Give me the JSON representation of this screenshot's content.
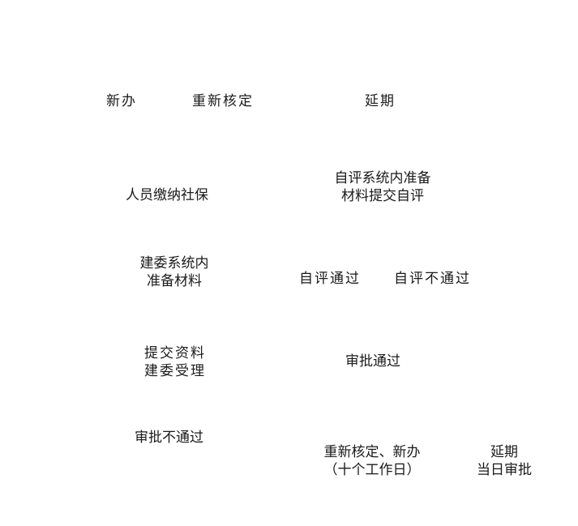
{
  "row1": {
    "new": "新办",
    "reverify": "重新核定",
    "extend": "延期"
  },
  "row2": {
    "social": "人员缴纳社保",
    "self_prep_line1": "自评系统内准备",
    "self_prep_line2": "材料提交自评"
  },
  "row3": {
    "jw_prep_line1": "建委系统内",
    "jw_prep_line2": "准备材料",
    "self_pass": "自评通过",
    "self_fail": "自评不通过"
  },
  "row4": {
    "submit_line1": "提交资料",
    "submit_line2": "建委受理",
    "approve_pass": "审批通过"
  },
  "row5": {
    "approve_fail": "审批不通过",
    "tenday_line1": "重新核定、新办",
    "tenday_line2": "（十个工作日）",
    "sameday_line1": "延期",
    "sameday_line2": "当日审批"
  }
}
